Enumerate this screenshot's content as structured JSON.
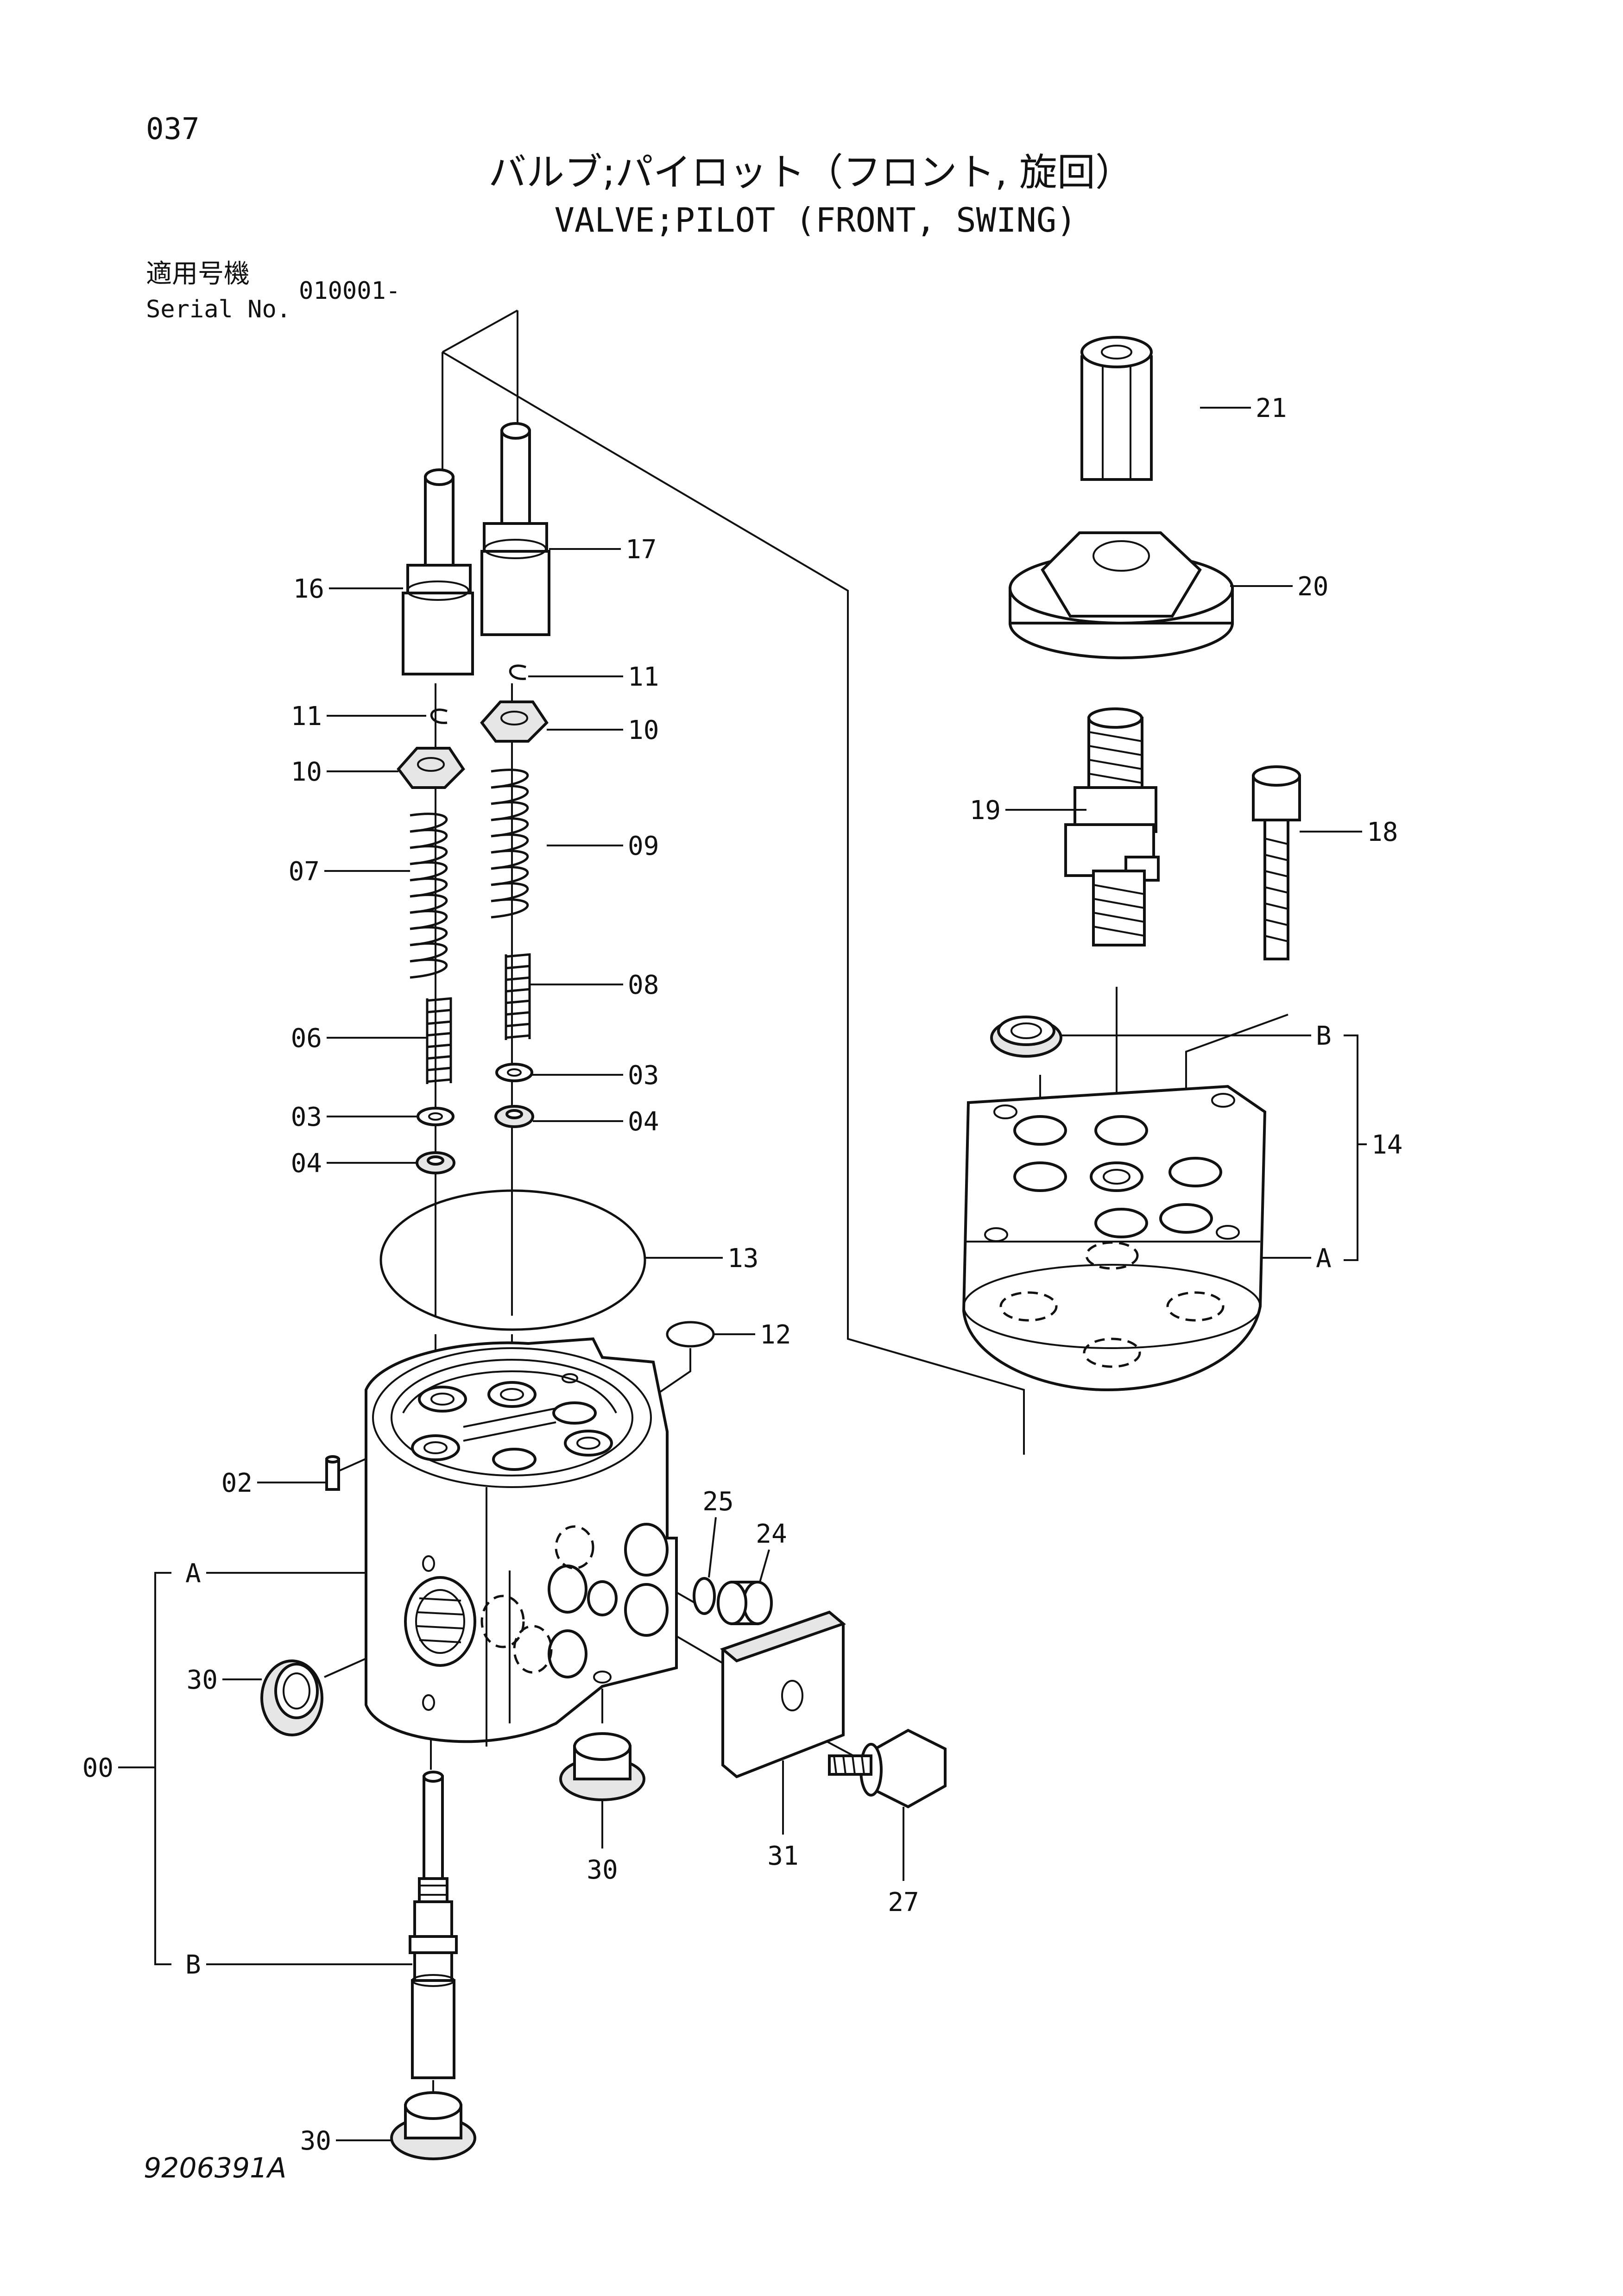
{
  "header": {
    "page_number": "037",
    "title_jp": "バルブ;パイロット（フロント, 旋回）",
    "title_en": "VALVE;PILOT (FRONT, SWING)",
    "serial_label_jp": "適用号機",
    "serial_label_en": "Serial No.",
    "serial_value": "010001-"
  },
  "drawing_number": "9206391A",
  "callouts": {
    "c21": "21",
    "c20": "20",
    "c19": "19",
    "c18": "18",
    "c17": "17",
    "c16": "16",
    "c11a": "11",
    "c11b": "11",
    "c10a": "10",
    "c10b": "10",
    "c07": "07",
    "c09": "09",
    "c08": "08",
    "c06": "06",
    "c03a": "03",
    "c03b": "03",
    "c04a": "04",
    "c04b": "04",
    "c13": "13",
    "c12": "12",
    "c14": "14",
    "cB1": "B",
    "cA1": "A",
    "c02": "02",
    "c25": "25",
    "c24": "24",
    "cA2": "A",
    "c30a": "30",
    "c00": "00",
    "c30b": "30",
    "c31": "31",
    "c27": "27",
    "cB2": "B",
    "c30c": "30"
  }
}
